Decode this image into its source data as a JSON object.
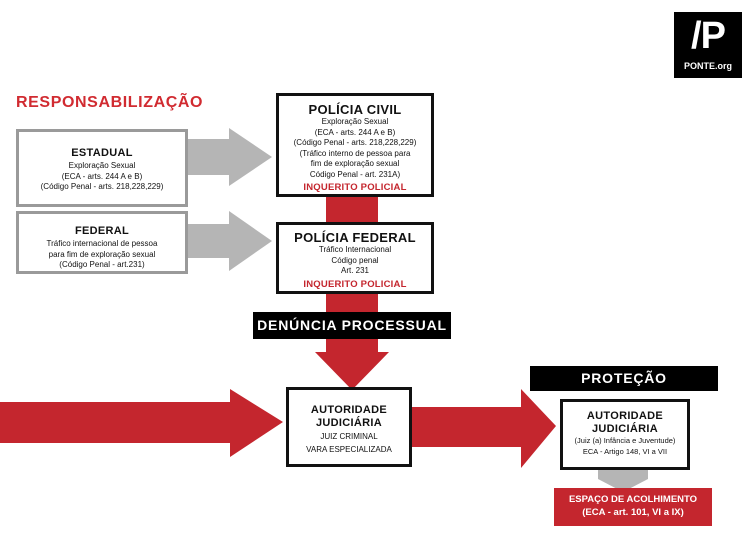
{
  "logo": {
    "mark": "/P",
    "text": "PONTE.org"
  },
  "section_responsabilizacao": "RESPONSABILIZAÇÃO",
  "estadual": {
    "title": "ESTADUAL",
    "lines": [
      "Exploração Sexual",
      "(ECA - arts. 244 A e B)",
      "(Código Penal - arts. 218,228,229)"
    ]
  },
  "federal_left": {
    "title": "FEDERAL",
    "lines": [
      "Tráfico internacional de pessoa",
      "para fim de exploração sexual",
      "(Código Penal - art.231)"
    ]
  },
  "policia_civil": {
    "title": "POLÍCIA CIVIL",
    "lines": [
      "Exploração Sexual",
      "(ECA - arts. 244 A e B)",
      "(Código Penal - arts. 218,228,229)",
      "(Tráfico interno de pessoa para",
      "fim de exploração sexual",
      "Código Penal - art. 231A)"
    ],
    "tag": "INQUERITO POLICIAL"
  },
  "policia_federal": {
    "title": "POLÍCIA FEDERAL",
    "lines": [
      "Tráfico Internacional",
      "Código penal",
      "Art. 231"
    ],
    "tag": "INQUERITO POLICIAL"
  },
  "denuncia": "DENÚNCIA PROCESSUAL",
  "autoridade_1": {
    "title_lines": [
      "AUTORIDADE",
      "JUDICIÁRIA"
    ],
    "lines": [
      "JUIZ CRIMINAL",
      "VARA ESPECIALIZADA"
    ]
  },
  "protecao": "PROTEÇÃO",
  "autoridade_2": {
    "title_lines": [
      "AUTORIDADE",
      "JUDICIÁRIA"
    ],
    "lines": [
      "(Juiz (a) Infância e Juventude)",
      "ECA - Artigo 148, VI a VII"
    ]
  },
  "acolhimento": {
    "lines": [
      "ESPAÇO DE ACOLHIMENTO",
      "(ECA - art. 101, VI a IX)"
    ]
  },
  "colors": {
    "red": "#c4262e",
    "gray": "#b5b5b5",
    "black": "#000000"
  }
}
